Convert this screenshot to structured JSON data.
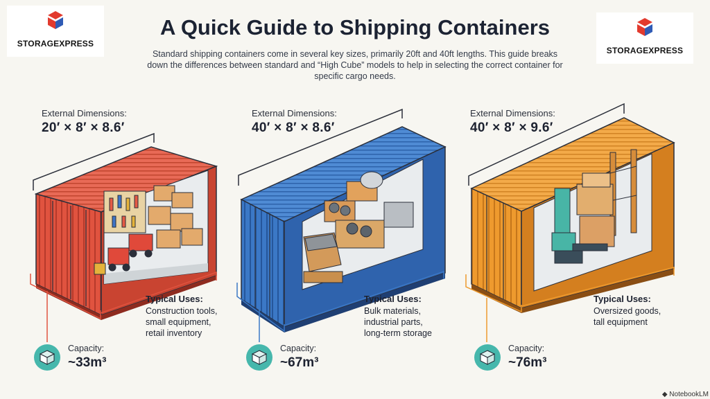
{
  "brand": {
    "name": "STORAGEXPRESS",
    "colors": {
      "red": "#e23a2e",
      "blue": "#2f5bb5"
    }
  },
  "header": {
    "title": "A Quick Guide to Shipping Containers",
    "subtitle": "Standard shipping containers come in several key sizes, primarily 20ft and 40ft lengths. This guide breaks down the differences between standard and “High Cube” models to help in selecting the correct container for specific cargo needs."
  },
  "containers": [
    {
      "dim_label": "External Dimensions:",
      "dimensions": "20′ × 8′ × 8.6′",
      "uses_title": "Typical Uses:",
      "uses": [
        "Construction tools,",
        "small equipment,",
        "retail inventory"
      ],
      "capacity_label": "Capacity:",
      "capacity": "~33m³",
      "color": "#e0533f"
    },
    {
      "dim_label": "External Dimensions:",
      "dimensions": "40′ × 8′ × 8.6′",
      "uses_title": "Typical Uses:",
      "uses": [
        "Bulk materials,",
        "industrial parts,",
        "long-term storage"
      ],
      "capacity_label": "Capacity:",
      "capacity": "~67m³",
      "color": "#3b78c6"
    },
    {
      "dim_label": "External Dimensions:",
      "dimensions": "40′ × 8′ × 9.6′",
      "uses_title": "Typical Uses:",
      "uses": [
        "Oversized goods,",
        "tall equipment"
      ],
      "capacity_label": "Capacity:",
      "capacity": "~76m³",
      "color": "#ee9a2e"
    }
  ],
  "icons": {
    "logo": "storagexpress-logo-icon",
    "capacity": "box-icon"
  },
  "watermark": "NotebookLM",
  "accent": "#46b7ac"
}
